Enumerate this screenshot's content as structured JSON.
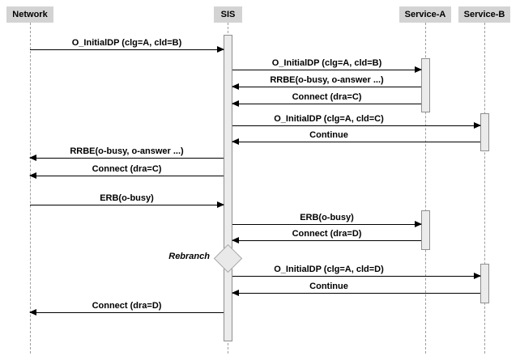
{
  "diagram": {
    "type": "sequence",
    "participants": [
      {
        "name": "Network"
      },
      {
        "name": "SIS"
      },
      {
        "name": "Service-A"
      },
      {
        "name": "Service-B"
      }
    ],
    "messages": [
      {
        "from": "Network",
        "to": "SIS",
        "label": "O_InitialDP (clg=A, cld=B)"
      },
      {
        "from": "SIS",
        "to": "Service-A",
        "label": "O_InitialDP (clg=A, cld=B)"
      },
      {
        "from": "Service-A",
        "to": "SIS",
        "label": "RRBE(o-busy, o-answer ...)"
      },
      {
        "from": "Service-A",
        "to": "SIS",
        "label": "Connect (dra=C)"
      },
      {
        "from": "SIS",
        "to": "Service-B",
        "label": "O_InitialDP (clg=A, cld=C)"
      },
      {
        "from": "Service-B",
        "to": "SIS",
        "label": "Continue"
      },
      {
        "from": "SIS",
        "to": "Network",
        "label": "RRBE(o-busy, o-answer ...)"
      },
      {
        "from": "SIS",
        "to": "Network",
        "label": "Connect (dra=C)"
      },
      {
        "from": "Network",
        "to": "SIS",
        "label": "ERB(o-busy)"
      },
      {
        "from": "SIS",
        "to": "Service-A",
        "label": "ERB(o-busy)"
      },
      {
        "from": "Service-A",
        "to": "SIS",
        "label": "Connect (dra=D)"
      },
      {
        "from": "SIS",
        "to": "Service-B",
        "label": "O_InitialDP (clg=A, cld=D)"
      },
      {
        "from": "Service-B",
        "to": "SIS",
        "label": "Continue"
      },
      {
        "from": "SIS",
        "to": "Network",
        "label": "Connect (dra=D)"
      }
    ],
    "annotations": [
      {
        "type": "decision-diamond",
        "label": "Rebranch",
        "on": "SIS"
      }
    ],
    "colors": {
      "background": "#ffffff",
      "participant_box": "#d3d3d3",
      "activation_fill": "#ebebeb",
      "activation_border": "#8f8f8f",
      "lifeline": "#9e9e9e",
      "arrow": "#000000",
      "text": "#000000"
    }
  }
}
